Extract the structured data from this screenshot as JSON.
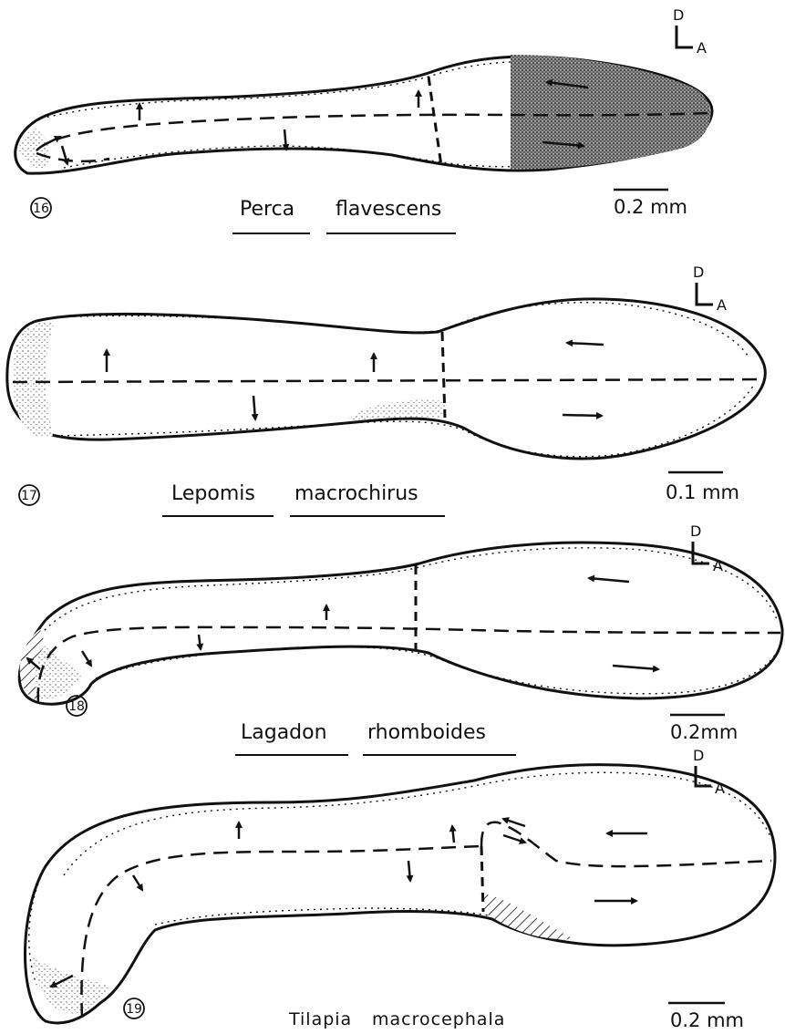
{
  "figures": [
    {
      "number": "16",
      "species_genus": "Perca",
      "species_epithet": "flavescens",
      "scale": "0.2 mm",
      "orientation": {
        "dorsal": "D",
        "anterior": "A"
      }
    },
    {
      "number": "17",
      "species_genus": "Lepomis",
      "species_epithet": "macrochirus",
      "scale": "0.1 mm",
      "orientation": {
        "dorsal": "D",
        "anterior": "A"
      }
    },
    {
      "number": "18",
      "species_genus": "Lagadon",
      "species_epithet": "rhomboides",
      "scale": "0.2mm",
      "orientation": {
        "dorsal": "D",
        "anterior": "A"
      }
    },
    {
      "number": "19",
      "species_genus": "Tilapia",
      "species_epithet": "macrocephala",
      "scale": "0.2 mm",
      "orientation": {
        "dorsal": "D",
        "anterior": "A"
      }
    }
  ]
}
